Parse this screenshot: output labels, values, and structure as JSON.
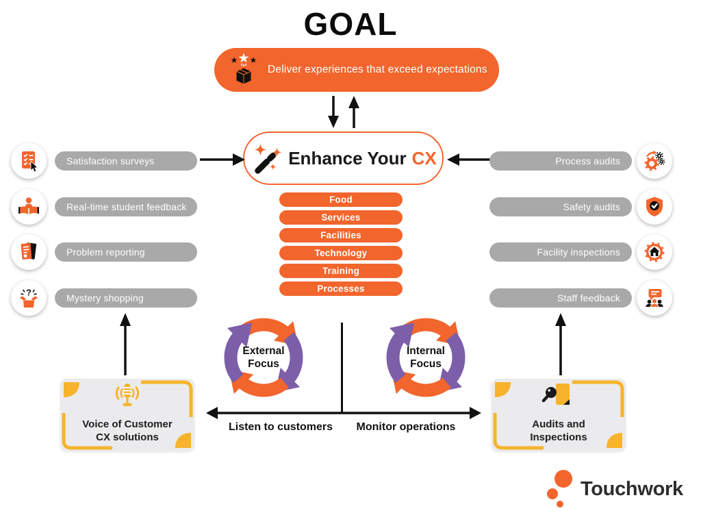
{
  "title": "GOAL",
  "goal_banner": {
    "text": "Deliver experiences that exceed expectations",
    "icon": "package-stars-icon"
  },
  "enhance_box": {
    "text_main": "Enhance Your",
    "text_accent": "CX",
    "icon": "magic-wand-icon"
  },
  "focus_areas": [
    "Food",
    "Services",
    "Facilities",
    "Technology",
    "Training",
    "Processes"
  ],
  "left_column": {
    "items": [
      {
        "label": "Satisfaction surveys",
        "icon": "survey-checklist-icon"
      },
      {
        "label": "Real-time student feedback",
        "icon": "reading-person-icon"
      },
      {
        "label": "Problem reporting",
        "icon": "report-document-icon"
      },
      {
        "label": "Mystery shopping",
        "icon": "mystery-box-icon"
      }
    ]
  },
  "right_column": {
    "items": [
      {
        "label": "Process audits",
        "icon": "process-gears-icon"
      },
      {
        "label": "Safety audits",
        "icon": "shield-check-icon"
      },
      {
        "label": "Facility inspections",
        "icon": "facility-gear-house-icon"
      },
      {
        "label": "Staff feedback",
        "icon": "staff-feedback-icon"
      }
    ]
  },
  "cycles": [
    {
      "line1": "External",
      "line2": "Focus"
    },
    {
      "line1": "Internal",
      "line2": "Focus"
    }
  ],
  "axis": {
    "left_label": "Listen to customers",
    "right_label": "Monitor operations"
  },
  "bottom_boxes": [
    {
      "line1": "Voice of Customer",
      "line2": "CX solutions",
      "icon": "microphone-icon"
    },
    {
      "line1": "Audits and",
      "line2": "Inspections",
      "icon": "document-magnifier-icon"
    }
  ],
  "brand": {
    "name": "Touchwork",
    "icon": "touchwork-dots-logo"
  },
  "colors": {
    "orange": "#F2652C",
    "purple": "#7D5EA9",
    "gray_pill": "#A9A9A9",
    "yellow": "#F7B32B",
    "box_gray": "#EBEBED",
    "text_dark": "#141414"
  }
}
